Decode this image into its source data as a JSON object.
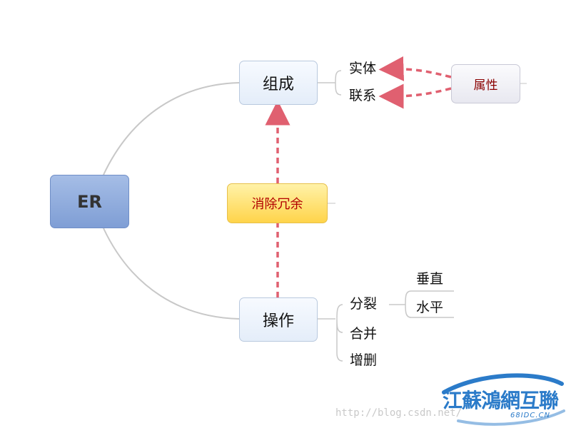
{
  "diagram": {
    "root": "ER",
    "branches": [
      {
        "label": "组成",
        "children": [
          "实体",
          "联系"
        ]
      },
      {
        "label": "操作",
        "children": [
          "分裂",
          "合并",
          "增删"
        ]
      }
    ],
    "split_children": [
      "垂直",
      "水平"
    ],
    "notes": {
      "redundancy": "消除冗余",
      "attribute": "属性"
    },
    "colors": {
      "root": "#8aa8db",
      "branch": "#e9f0fa",
      "note_yellow": "#ffd44a",
      "dashed_arrow": "#e06070",
      "curve": "#c8c8c8"
    }
  },
  "watermark": {
    "url": "http://blog.csdn.net/",
    "logo_text": "江蘇鴻網互聯",
    "logo_sub": "68IDC.CN"
  }
}
